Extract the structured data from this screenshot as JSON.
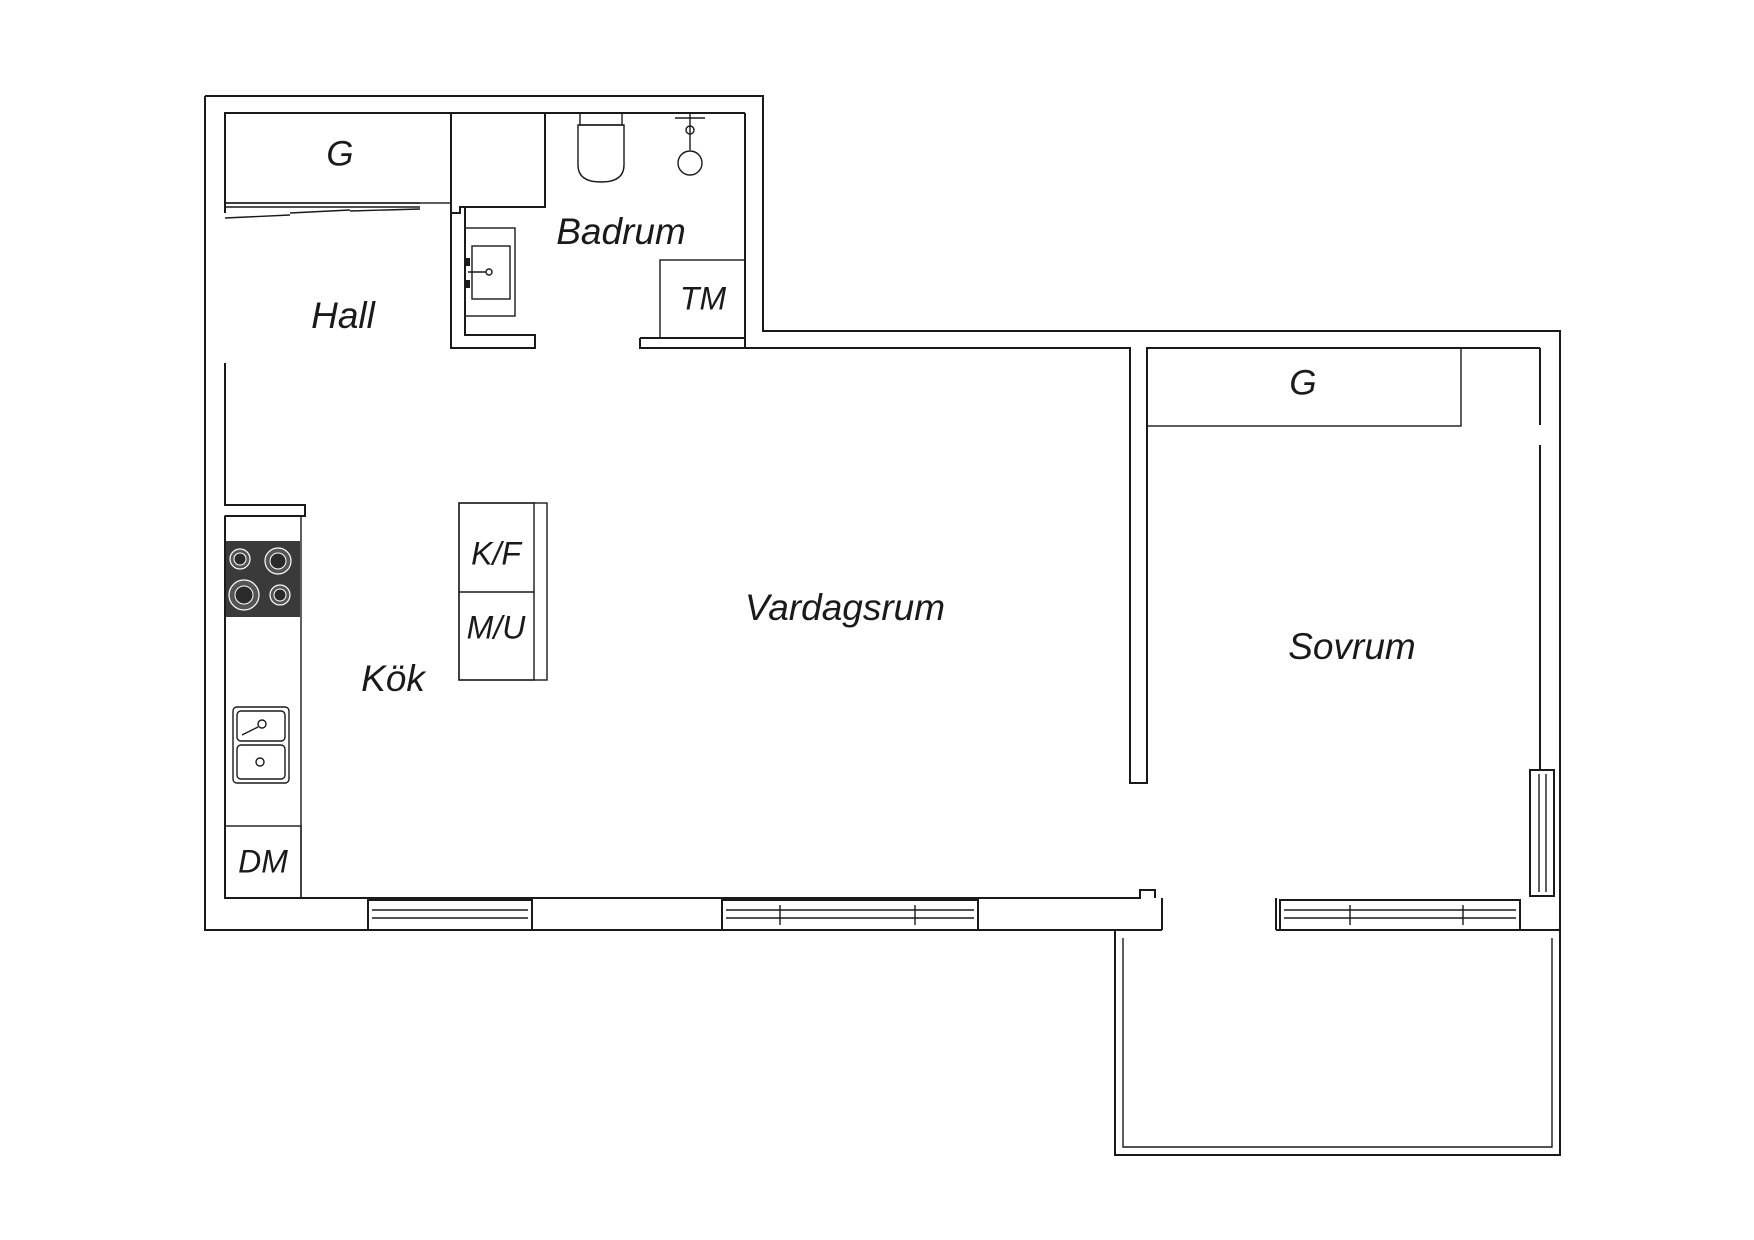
{
  "rooms": {
    "hall": "Hall",
    "badrum": "Badrum",
    "kok": "Kök",
    "vardagsrum": "Vardagsrum",
    "sovrum": "Sovrum"
  },
  "fixtures": {
    "garderob_hall": "G",
    "garderob_sovrum": "G",
    "tvattmaskin": "TM",
    "kyl_frys": "K/F",
    "mikro_ugn": "M/U",
    "diskmaskin": "DM"
  },
  "colors": {
    "line": "#1a1a1a",
    "background": "#ffffff",
    "stove": "#3a3a3a"
  }
}
